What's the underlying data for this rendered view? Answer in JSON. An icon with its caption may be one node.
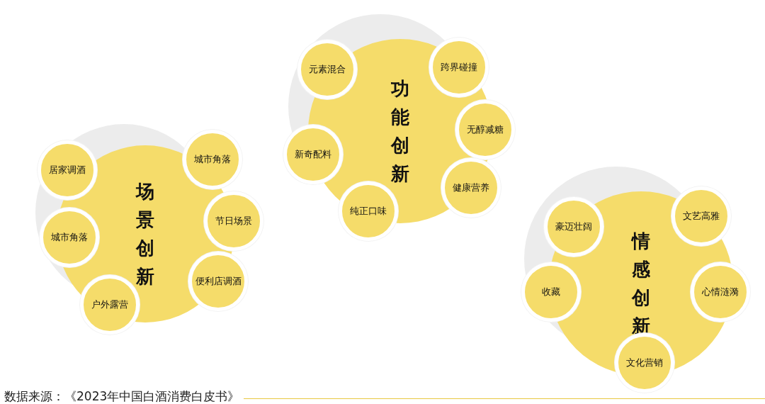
{
  "diagram": {
    "caption": "数据来源：《2023年中国白酒消费白皮书》",
    "nodes": [
      {
        "text": [
          "功能创新"
        ]
      },
      {
        "text": [
          "元素混合"
        ]
      },
      {
        "text": [
          "跨界碰撞"
        ]
      },
      {
        "text": [
          "新奇配料"
        ]
      },
      {
        "text": [
          "无醇减糖"
        ]
      },
      {
        "text": [
          "健康营养"
        ]
      },
      {
        "text": [
          "纯正口味"
        ]
      },
      {
        "text": [
          "场景创新"
        ]
      },
      {
        "text": [
          "居家调酒"
        ]
      },
      {
        "text": [
          "城市角落"
        ]
      },
      {
        "text": [
          "节日场景"
        ]
      },
      {
        "text": [
          "城市角落"
        ]
      },
      {
        "text": [
          "便利店调酒"
        ]
      },
      {
        "text": [
          "户外露营"
        ]
      },
      {
        "text": [
          "情感创新"
        ]
      },
      {
        "text": [
          "豪迈壮阔"
        ]
      },
      {
        "text": [
          "文艺高雅"
        ]
      },
      {
        "text": [
          "收藏"
        ]
      },
      {
        "text": [
          "心情涟漪"
        ]
      },
      {
        "text": [
          "文化营销"
        ]
      }
    ],
    "edges": []
  }
}
